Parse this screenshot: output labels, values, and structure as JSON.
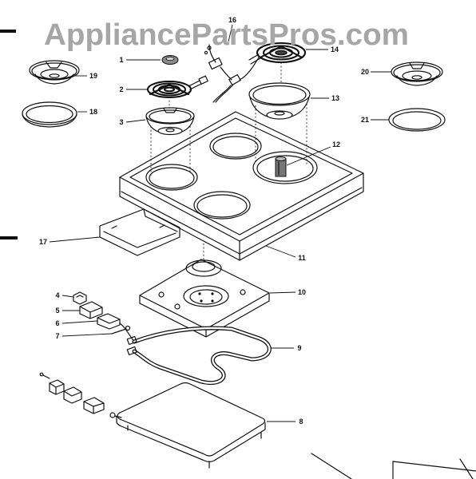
{
  "watermark": "AppliancePartsPros.com",
  "callouts": [
    "1",
    "2",
    "3",
    "16",
    "19",
    "18",
    "14",
    "13",
    "20",
    "21",
    "12",
    "17",
    "11",
    "10",
    "4",
    "5",
    "6",
    "7",
    "9",
    "8"
  ],
  "colors": {
    "line": "#111111",
    "watermark": "#a6a6a6",
    "background": "#ffffff"
  }
}
